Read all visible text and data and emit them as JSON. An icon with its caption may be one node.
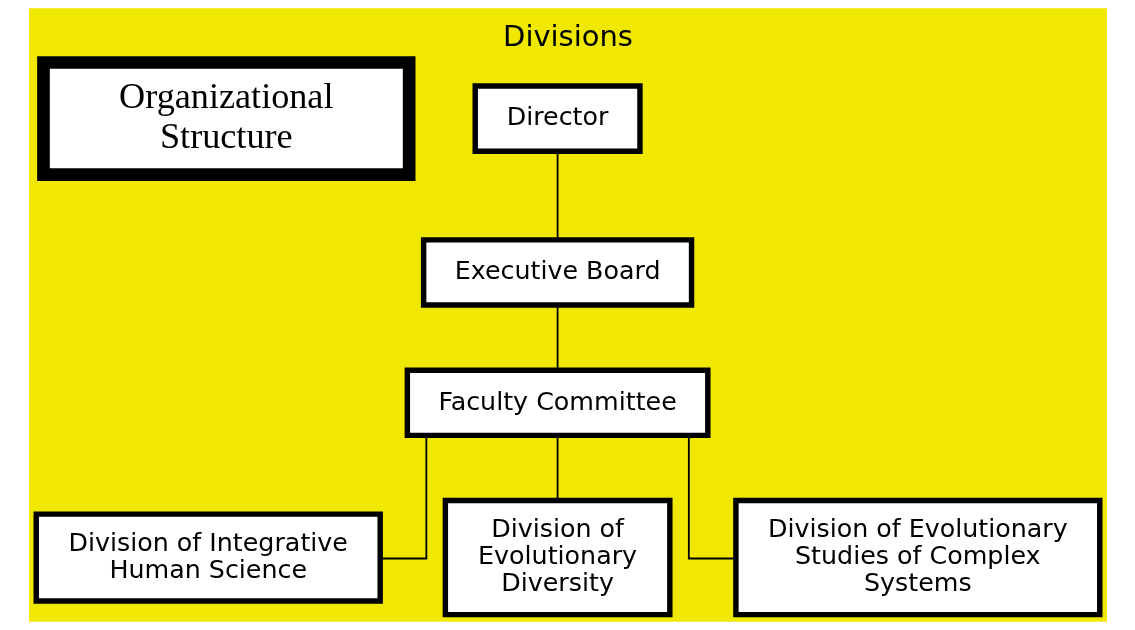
{
  "diagram": {
    "title": "Divisions",
    "nodes": [
      {
        "text": [
          "Organizational Structure"
        ]
      },
      {
        "text": [
          "Director"
        ]
      },
      {
        "text": [
          "Executive Board"
        ]
      },
      {
        "text": [
          "Faculty Committee"
        ]
      },
      {
        "text": [
          "Division of Integrative Human Science"
        ]
      },
      {
        "text": [
          "Division of Evolutionary Diversity"
        ]
      },
      {
        "text": [
          "Division of Evolutionary Studies of Complex Systems"
        ]
      }
    ],
    "edges": [
      {
        "from": 1,
        "to": 2,
        "arrow": "none"
      },
      {
        "from": 2,
        "to": 3,
        "arrow": "none"
      },
      {
        "from": 3,
        "to": 4,
        "arrow": "none"
      },
      {
        "from": 3,
        "to": 5,
        "arrow": "none"
      },
      {
        "from": 3,
        "to": 6,
        "arrow": "none"
      }
    ]
  }
}
